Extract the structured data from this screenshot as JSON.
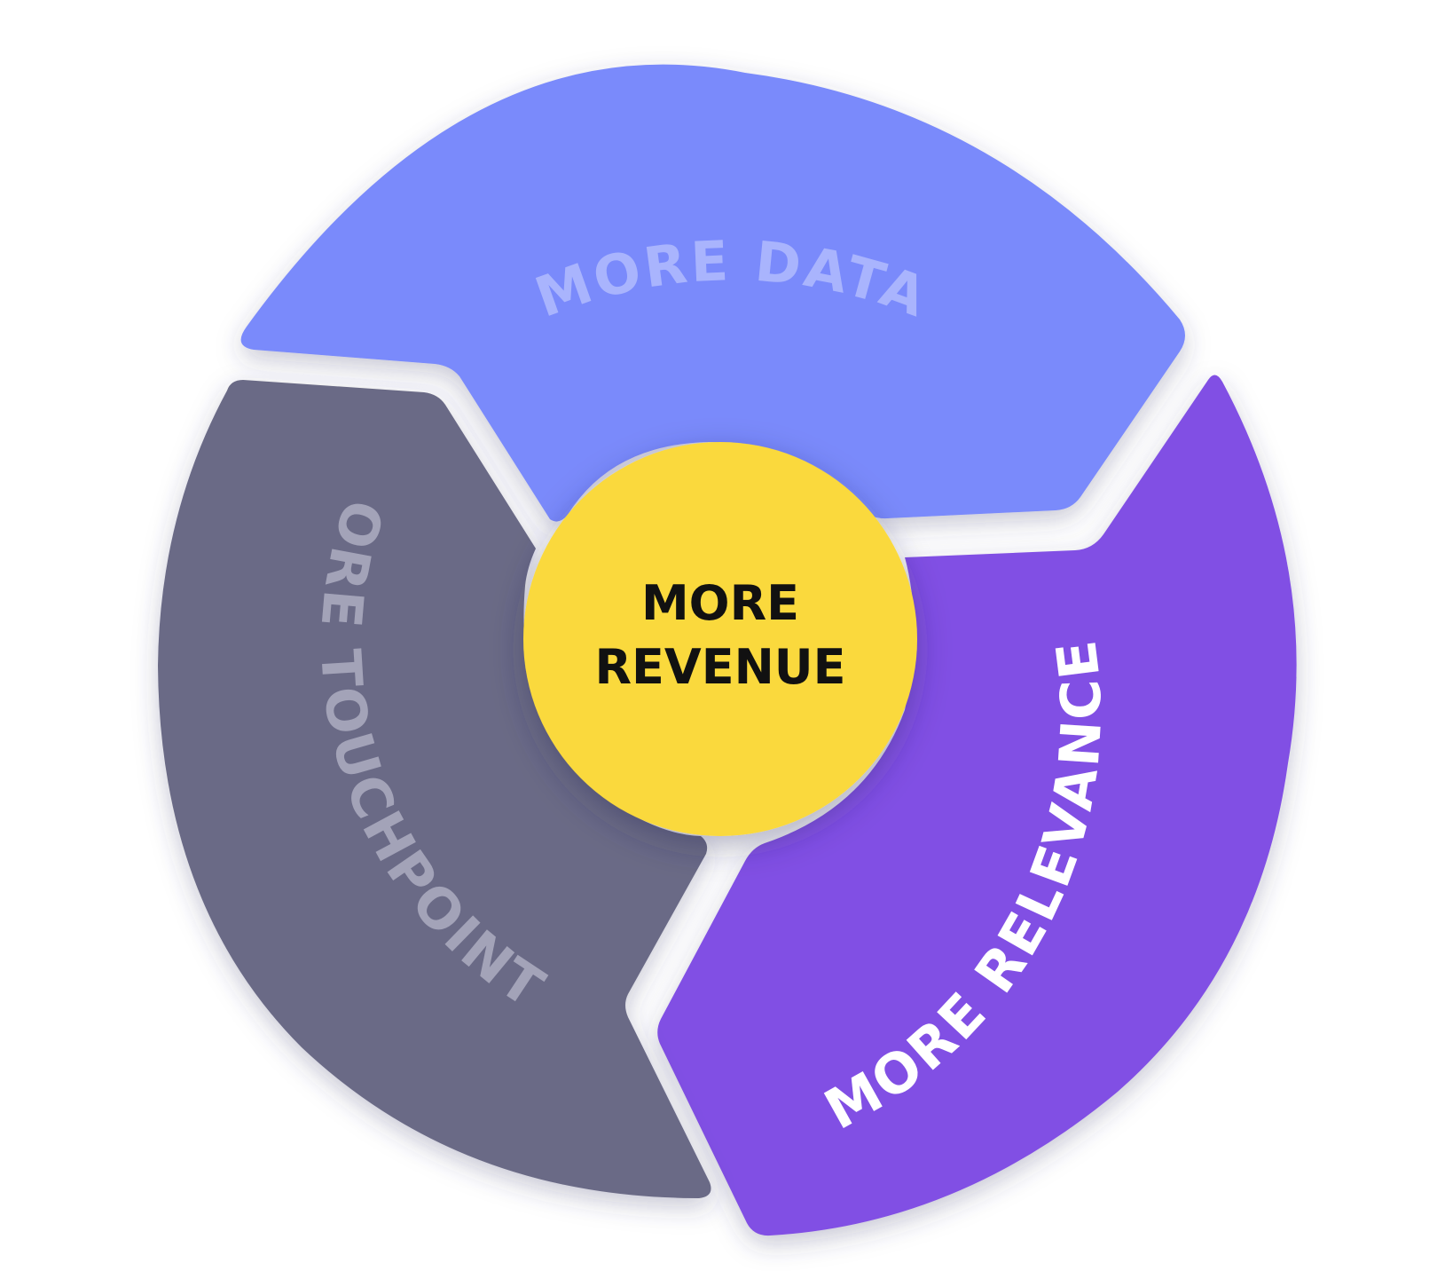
{
  "diagram": {
    "center": {
      "line1": "MORE",
      "line2": "REVENUE",
      "fill": "#FAD93C",
      "text_color": "#111111"
    },
    "segments": [
      {
        "id": "data",
        "label": "MORE DATA",
        "fill": "#7A8AFB",
        "text_color": "#A9B4FD"
      },
      {
        "id": "relevance",
        "label": "MORE RELEVANCE",
        "fill": "#8150E4",
        "text_color": "#FFFFFF"
      },
      {
        "id": "touchpoints",
        "label": "MORE TOUCHPOINTS",
        "fill": "#6A6A86",
        "text_color": "#A3A3B8"
      }
    ]
  }
}
